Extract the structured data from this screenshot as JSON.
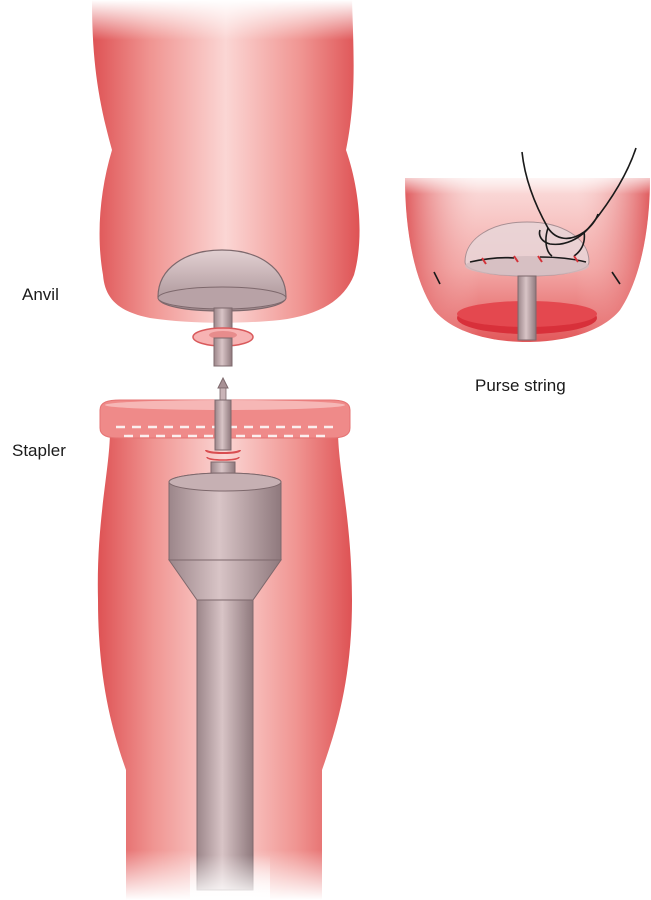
{
  "labels": {
    "anvil": "Anvil",
    "stapler": "Stapler",
    "purse_string": "Purse string"
  },
  "colors": {
    "tissue_light": "#f8c9c7",
    "tissue_mid": "#ee8a88",
    "tissue_dark": "#d9474a",
    "metal_light": "#d9c2c4",
    "metal_mid": "#b39c9f",
    "metal_dark": "#8a7478",
    "suture": "#1a1a1a",
    "background": "#ffffff"
  }
}
